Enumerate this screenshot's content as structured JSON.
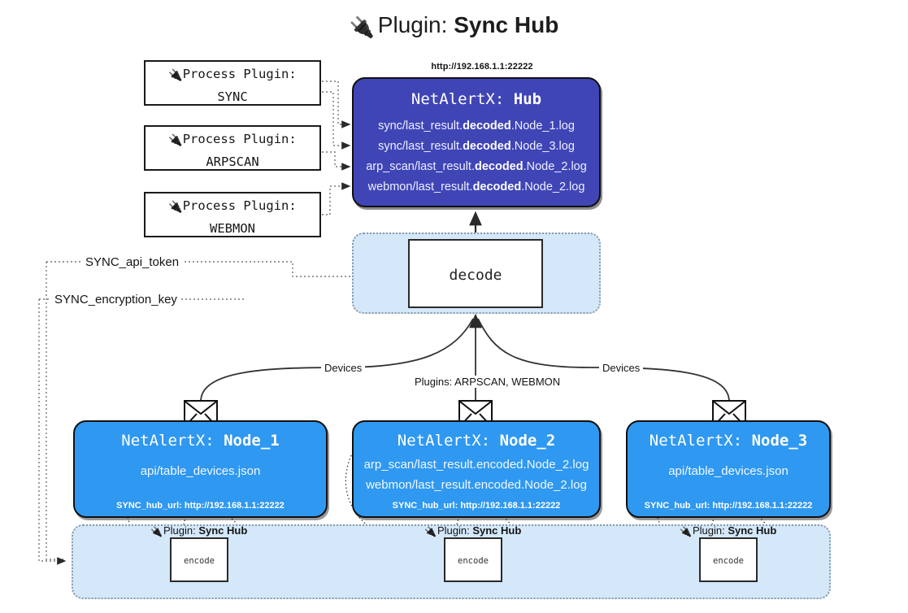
{
  "page": {
    "title_prefix": "Plugin:",
    "title_name": "Sync Hub",
    "plug_icon": "🔌"
  },
  "process_plugins": [
    {
      "line1": "Process Plugin:",
      "line2": "SYNC",
      "icon": "plug-icon"
    },
    {
      "line1": "Process Plugin:",
      "line2": "ARPSCAN",
      "icon": "plug-icon"
    },
    {
      "line1": "Process Plugin:",
      "line2": "WEBMON",
      "icon": "plug-icon"
    }
  ],
  "hub": {
    "url": "http://192.168.1.1:22222",
    "title_prefix": "NetAlertX:",
    "title_name": "Hub",
    "logs": [
      {
        "pre": "sync/last_result.",
        "mid": "decoded",
        "post": ".Node_1.log"
      },
      {
        "pre": "sync/last_result.",
        "mid": "decoded",
        "post": ".Node_3.log"
      },
      {
        "pre": "arp_scan/last_result.",
        "mid": "decoded",
        "post": ".Node_2.log"
      },
      {
        "pre": "webmon/last_result.",
        "mid": "decoded",
        "post": ".Node_2.log"
      }
    ]
  },
  "decode": {
    "label": "decode"
  },
  "secrets": {
    "api_token": "SYNC_api_token",
    "encryption_key": "SYNC_encryption_key"
  },
  "edges": {
    "devices_left": "Devices",
    "devices_right": "Devices",
    "plugins_center": "Plugins: ARPSCAN, WEBMON"
  },
  "nodes": [
    {
      "title_prefix": "NetAlertX:",
      "title_name": "Node_1",
      "files": [
        "api/table_devices.json"
      ],
      "hub_url_label": "SYNC_hub_url: http://192.168.1.1:22222",
      "envelope_icon": "envelope-icon"
    },
    {
      "title_prefix": "NetAlertX:",
      "title_name": "Node_2",
      "files": [
        "arp_scan/last_result.encoded.Node_2.log",
        "webmon/last_result.encoded.Node_2.log"
      ],
      "hub_url_label": "SYNC_hub_url: http://192.168.1.1:22222",
      "envelope_icon": "envelope-icon"
    },
    {
      "title_prefix": "NetAlertX:",
      "title_name": "Node_3",
      "files": [
        "api/table_devices.json"
      ],
      "hub_url_label": "SYNC_hub_url: http://192.168.1.1:22222",
      "envelope_icon": "envelope-icon"
    }
  ],
  "encoders": [
    {
      "plugin_prefix": "Plugin:",
      "plugin_name": "Sync Hub",
      "box_label": "encode"
    },
    {
      "plugin_prefix": "Plugin:",
      "plugin_name": "Sync Hub",
      "box_label": "encode"
    },
    {
      "plugin_prefix": "Plugin:",
      "plugin_name": "Sync Hub",
      "box_label": "encode"
    }
  ],
  "colors": {
    "hub_fill": "#4045b6",
    "node_fill": "#2f98f0",
    "zone_fill": "#d4e8fa",
    "stroke": "#101010",
    "dotted_stroke": "#8899aa"
  }
}
